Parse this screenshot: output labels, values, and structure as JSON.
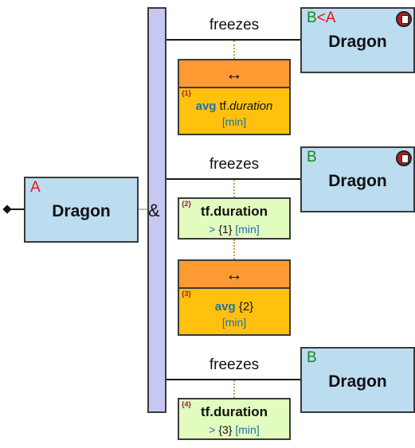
{
  "root": {
    "variable": "A",
    "label": "Dragon"
  },
  "combinator": "&",
  "branches": [
    {
      "edge_label": "freezes",
      "target": {
        "variable_b": "B",
        "lt": "<",
        "variable_a": "A",
        "label": "Dragon",
        "has_badge": true
      },
      "aggregate": {
        "arrow": "↔",
        "ref": "{1}",
        "fn": "avg",
        "expr": "tf.",
        "expr_italic": "duration",
        "unit": "[min]"
      }
    },
    {
      "edge_label": "freezes",
      "target": {
        "variable": "B",
        "label": "Dragon",
        "has_badge": true
      },
      "filter": {
        "ref": "{2}",
        "title": "tf.duration",
        "op": ">",
        "value": "{1}",
        "unit": "[min]"
      },
      "aggregate": {
        "arrow": "↔",
        "ref": "{3}",
        "fn": "avg",
        "expr": "{2}",
        "unit": "[min]"
      }
    },
    {
      "edge_label": "freezes",
      "target": {
        "variable": "B",
        "label": "Dragon",
        "has_badge": false
      },
      "filter": {
        "ref": "{4}",
        "title": "tf.duration",
        "op": ">",
        "value": "{3}",
        "unit": "[min]"
      }
    }
  ],
  "colors": {
    "node_fill": "#bcdcf0",
    "bar_fill": "#c7c7f2",
    "aggregate_header": "#ff9a33",
    "aggregate_body": "#ffc10e",
    "filter_fill": "#e2fbbf",
    "variable_red": "#e8141b",
    "variable_green": "#1a8a1a",
    "keyword_blue": "#1f6fb0",
    "badge": "#b81c23"
  },
  "icons": [
    "anchor-diamond-icon",
    "document-badge-icon",
    "double-arrow-icon"
  ]
}
